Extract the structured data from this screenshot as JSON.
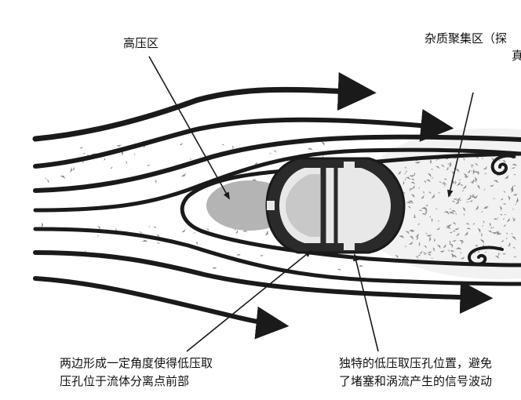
{
  "labels": {
    "high_pressure": "高压区",
    "impurity_line1": "杂质聚集区（探",
    "impurity_line2": "真",
    "angle_line1": "两边形成一定角度使得低压取",
    "angle_line2": "压孔位于流体分离点前部",
    "port_line1": "独特的低压取压孔位置，避免",
    "port_line2": "了堵塞和涡流产生的信号波动"
  },
  "colors": {
    "stroke": "#1a1a1a",
    "high_pressure_zone": "#b4b4b4",
    "body_fill": "#2a2a2a",
    "inner_light": "#e8e8e8",
    "inner_mid": "#c8c8c8",
    "speckle": "#8a8a8a"
  },
  "icons": {
    "flow_arrows": "arrow-right",
    "vortex": "spiral"
  }
}
